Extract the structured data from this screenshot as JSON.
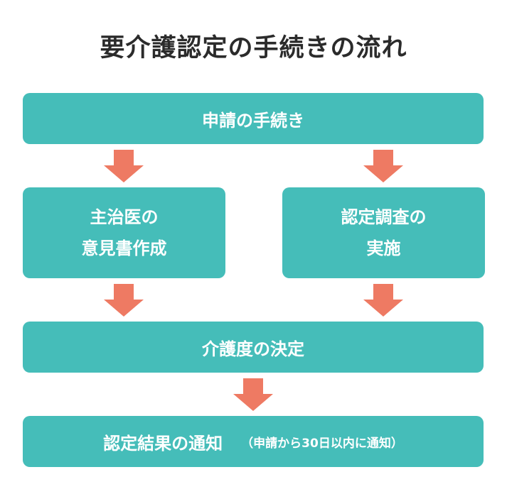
{
  "title": "要介護認定の手続きの流れ",
  "steps": {
    "application": "申請の手続き",
    "doctor_opinion": {
      "line1": "主治医の",
      "line2": "意見書作成"
    },
    "survey": {
      "line1": "認定調査の",
      "line2": "実施"
    },
    "decision": "介護度の決定",
    "notice": {
      "main": "認定結果の通知",
      "note": "（申請から30日以内に通知）"
    }
  },
  "colors": {
    "box": "#45bdb9",
    "arrow": "#ee7a63",
    "title": "#2b2b2b"
  }
}
